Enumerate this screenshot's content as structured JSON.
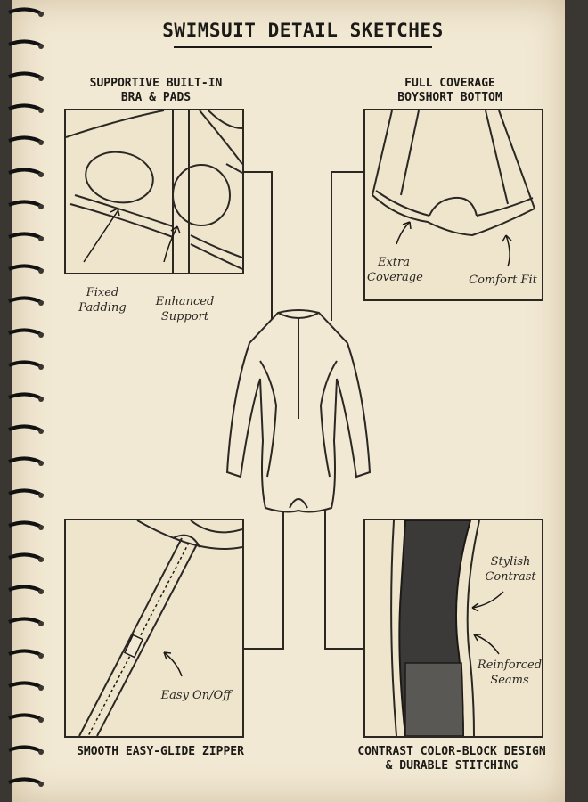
{
  "title": "SWIMSUIT DETAIL SKETCHES",
  "panels": {
    "bra": {
      "heading": "SUPPORTIVE BUILT-IN\nBRA & PADS",
      "note_left": "Fixed\nPadding",
      "note_right": "Enhanced\nSupport"
    },
    "bottom": {
      "heading": "FULL COVERAGE\nBOYSHORT BOTTOM",
      "note_left": "Extra\nCoverage",
      "note_right": "Comfort Fit"
    },
    "zipper": {
      "heading": "SMOOTH EASY-GLIDE ZIPPER",
      "note": "Easy On/Off"
    },
    "colorblock": {
      "heading": "CONTRAST COLOR-BLOCK DESIGN\n& DURABLE STITCHING",
      "note_top": "Stylish\nContrast",
      "note_bottom": "Reinforced\nSeams"
    }
  },
  "colors": {
    "paper": "#f2e9d4",
    "ink": "#1c1a17",
    "dark_panel": "#3b3a38"
  }
}
